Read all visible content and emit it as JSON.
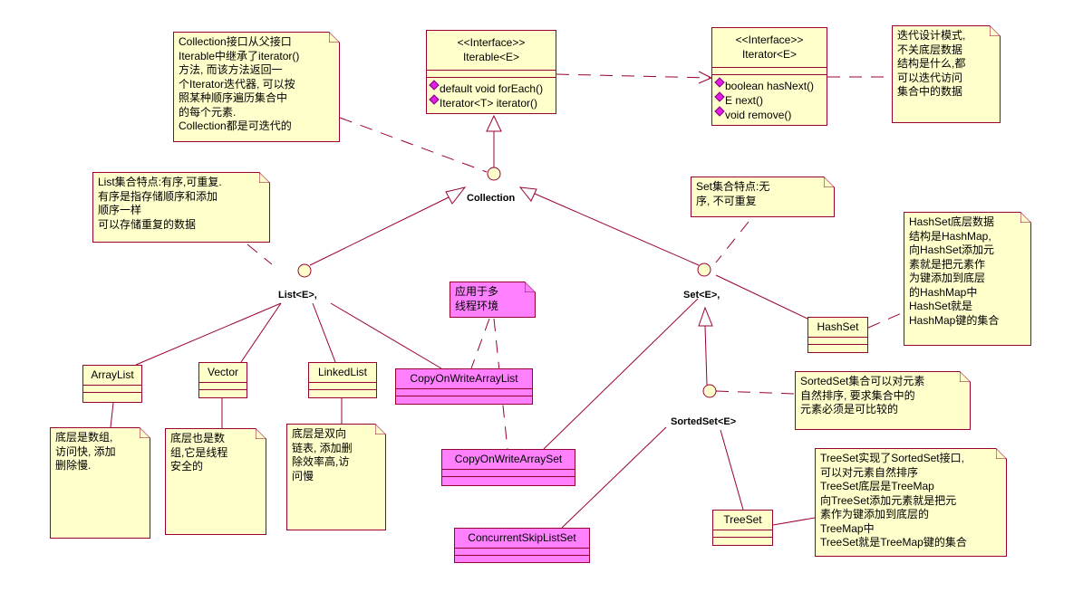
{
  "interfaces": {
    "iterable": {
      "stereotype": "<<Interface>>",
      "name": "Iterable<E>",
      "ops": [
        "default void forEach()",
        "Iterator<T> iterator()"
      ]
    },
    "iterator": {
      "stereotype": "<<Interface>>",
      "name": "Iterator<E>",
      "ops": [
        "boolean hasNext()",
        "E next()",
        "void remove()"
      ]
    }
  },
  "labels": {
    "collection": "Collection",
    "list": "List<E>,",
    "set": "Set<E>,",
    "sortedset": "SortedSet<E>"
  },
  "classes": {
    "arraylist": "ArrayList",
    "vector": "Vector",
    "linkedlist": "LinkedList",
    "cowarraylist": "CopyOnWriteArrayList",
    "cowarrayset": "CopyOnWriteArraySet",
    "skiplistset": "ConcurrentSkipListSet",
    "hashset": "HashSet",
    "treeset": "TreeSet"
  },
  "notes": {
    "collection": "Collection接口从父接口\nIterable中继承了iterator()\n方法, 而该方法返回一\n个Iterator迭代器, 可以按\n照某种顺序遍历集合中\n的每个元素.\nCollection都是可迭代的",
    "iterator": "迭代设计模式,\n不关底层数据\n结构是什么,都\n可以迭代访问\n集合中的数据",
    "list": "List集合特点:有序,可重复.\n有序是指存储顺序和添加\n顺序一样\n可以存储重复的数据",
    "set": "Set集合特点:无\n序, 不可重复",
    "hashset": "HashSet底层数据\n结构是HashMap,\n向HashSet添加元\n素就是把元素作\n为键添加到底层\n的HashMap中\nHashSet就是\nHashMap键的集合",
    "concurrent": "应用于多\n线程环境",
    "sortedset": "SortedSet集合可以对元素\n自然排序, 要求集合中的\n元素必须是可比较的",
    "arraylist": "底层是数组,\n访问快, 添加\n删除慢.",
    "vector": "底层也是数\n组,它是线程\n安全的",
    "linkedlist": "底层是双向\n链表, 添加删\n除效率高,访\n问慢",
    "treeset": "TreeSet实现了SortedSet接口,\n可以对元素自然排序\nTreeSet底层是TreeMap\n向TreeSet添加元素就是把元\n素作为键添加到底层的\nTreeMap中\nTreeSet就是TreeMap键的集合"
  },
  "colors": {
    "border": "#990033",
    "note_fill": "#ffffcc",
    "highlight": "#ff80ff"
  }
}
